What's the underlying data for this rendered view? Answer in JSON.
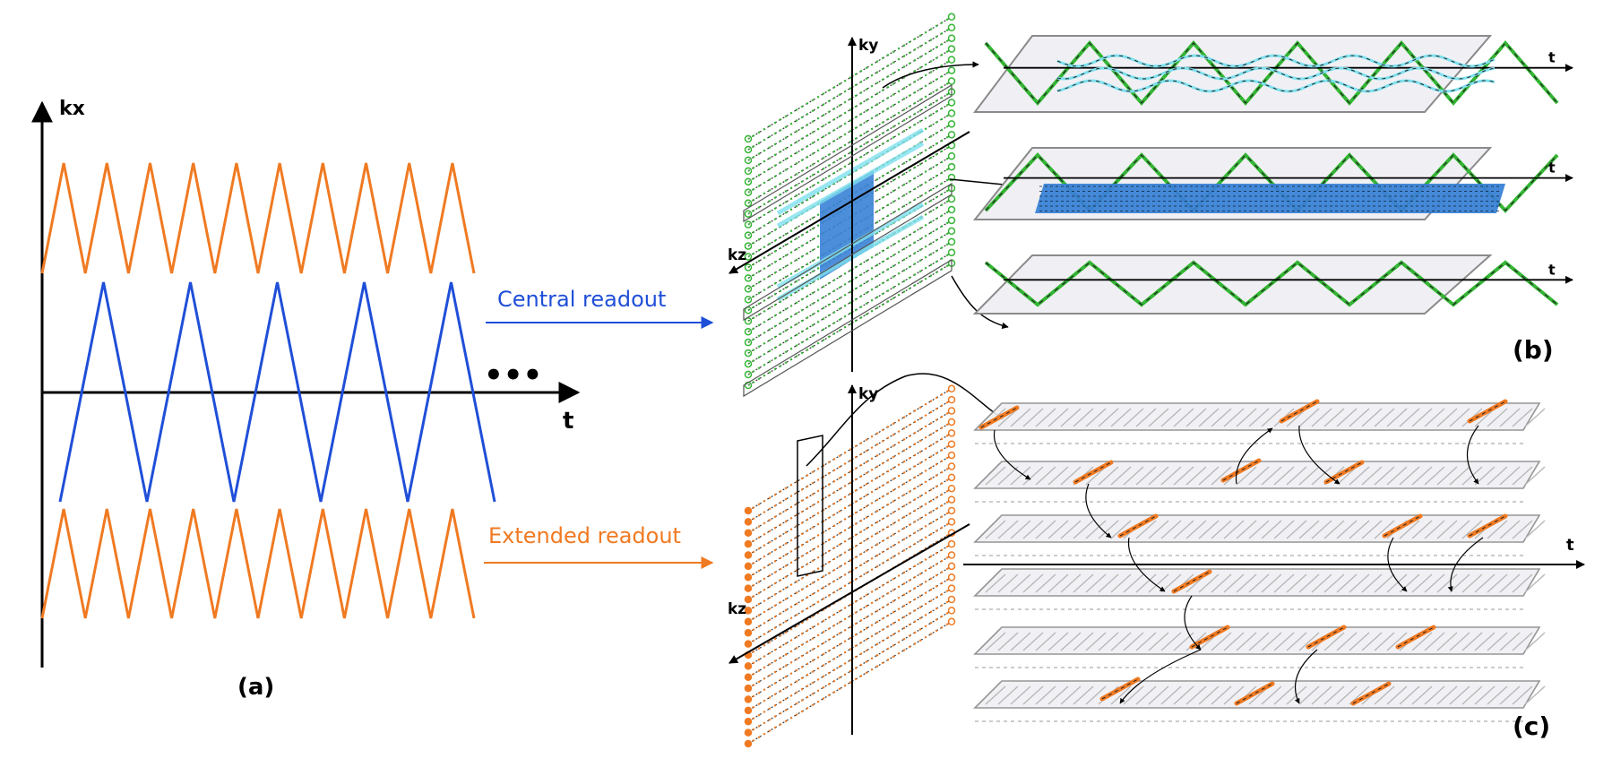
{
  "panel_a": {
    "y_axis_label": "kx",
    "x_axis_label": "t",
    "ellipsis": "•••",
    "caption": "(a)"
  },
  "arrows": {
    "central_label": "Central readout",
    "extended_label": "Extended readout"
  },
  "panel_b": {
    "ky_label": "ky",
    "kz_label": "kz",
    "t_label": "t",
    "caption": "(b)"
  },
  "panel_c": {
    "ky_label": "ky",
    "kz_label": "kz",
    "t_label": "t",
    "caption": "(c)"
  },
  "colors": {
    "orange": "#f07a22",
    "blue": "#1f4fd8",
    "green": "#34b534",
    "cyan": "#7fe0ee",
    "dense_blue": "#3a82d6",
    "plane_fill": "#f0f0f4",
    "plane_stroke": "#8a8a8a",
    "axis": "#000000"
  }
}
